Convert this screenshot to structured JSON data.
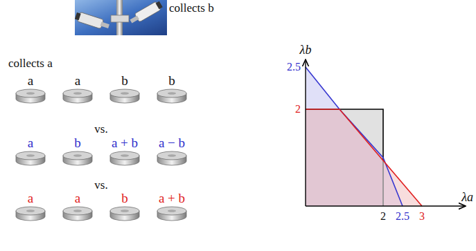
{
  "diagram": {
    "nodes": [
      {
        "text": [
          "a"
        ]
      },
      {
        "text": [
          "a"
        ]
      },
      {
        "text": [
          "b"
        ]
      },
      {
        "text": [
          "b"
        ]
      },
      {
        "text": [
          "a"
        ]
      },
      {
        "text": [
          "b"
        ]
      },
      {
        "text": [
          "a + b"
        ]
      },
      {
        "text": [
          "a − b"
        ]
      },
      {
        "text": [
          "a"
        ]
      },
      {
        "text": [
          "a"
        ]
      },
      {
        "text": [
          "b"
        ]
      },
      {
        "text": [
          "a + b"
        ]
      }
    ],
    "labels": [
      "collects b",
      "collects a",
      "vs.",
      "vs.",
      "λb",
      "2.5",
      "2",
      "2",
      "2.5",
      "3",
      "λa"
    ]
  }
}
